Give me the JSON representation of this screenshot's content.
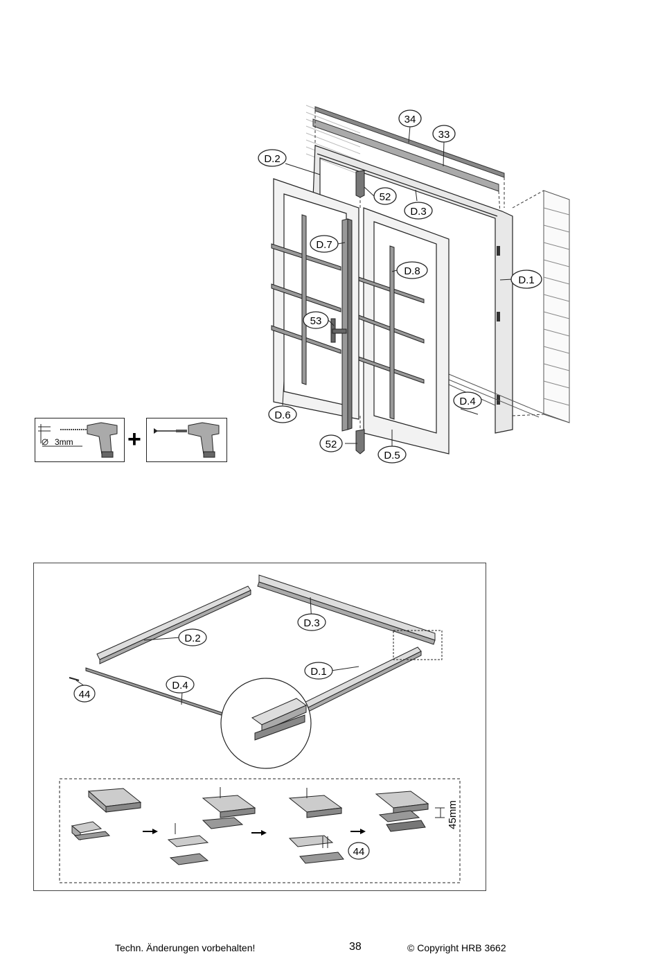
{
  "door_diagram": {
    "labels": {
      "p34": "34",
      "p33": "33",
      "d2": "D.2",
      "p52_top": "52",
      "d3": "D.3",
      "d7": "D.7",
      "d8": "D.8",
      "d1": "D.1",
      "p53": "53",
      "d4": "D.4",
      "d6": "D.6",
      "p52_bottom": "52",
      "d5": "D.5"
    }
  },
  "tool_box": {
    "drill_bit_size": "3mm",
    "plus_sign": "+"
  },
  "frame_diagram": {
    "labels": {
      "d3": "D.3",
      "d2": "D.2",
      "d1": "D.1",
      "d4": "D.4",
      "p44": "44"
    }
  },
  "steps_diagram": {
    "labels": {
      "p44": "44",
      "dimension": "45mm"
    }
  },
  "footer": {
    "disclaimer": "Techn. Änderungen vorbehalten!",
    "page_number": "38",
    "copyright": "© Copyright HRB 3662"
  }
}
